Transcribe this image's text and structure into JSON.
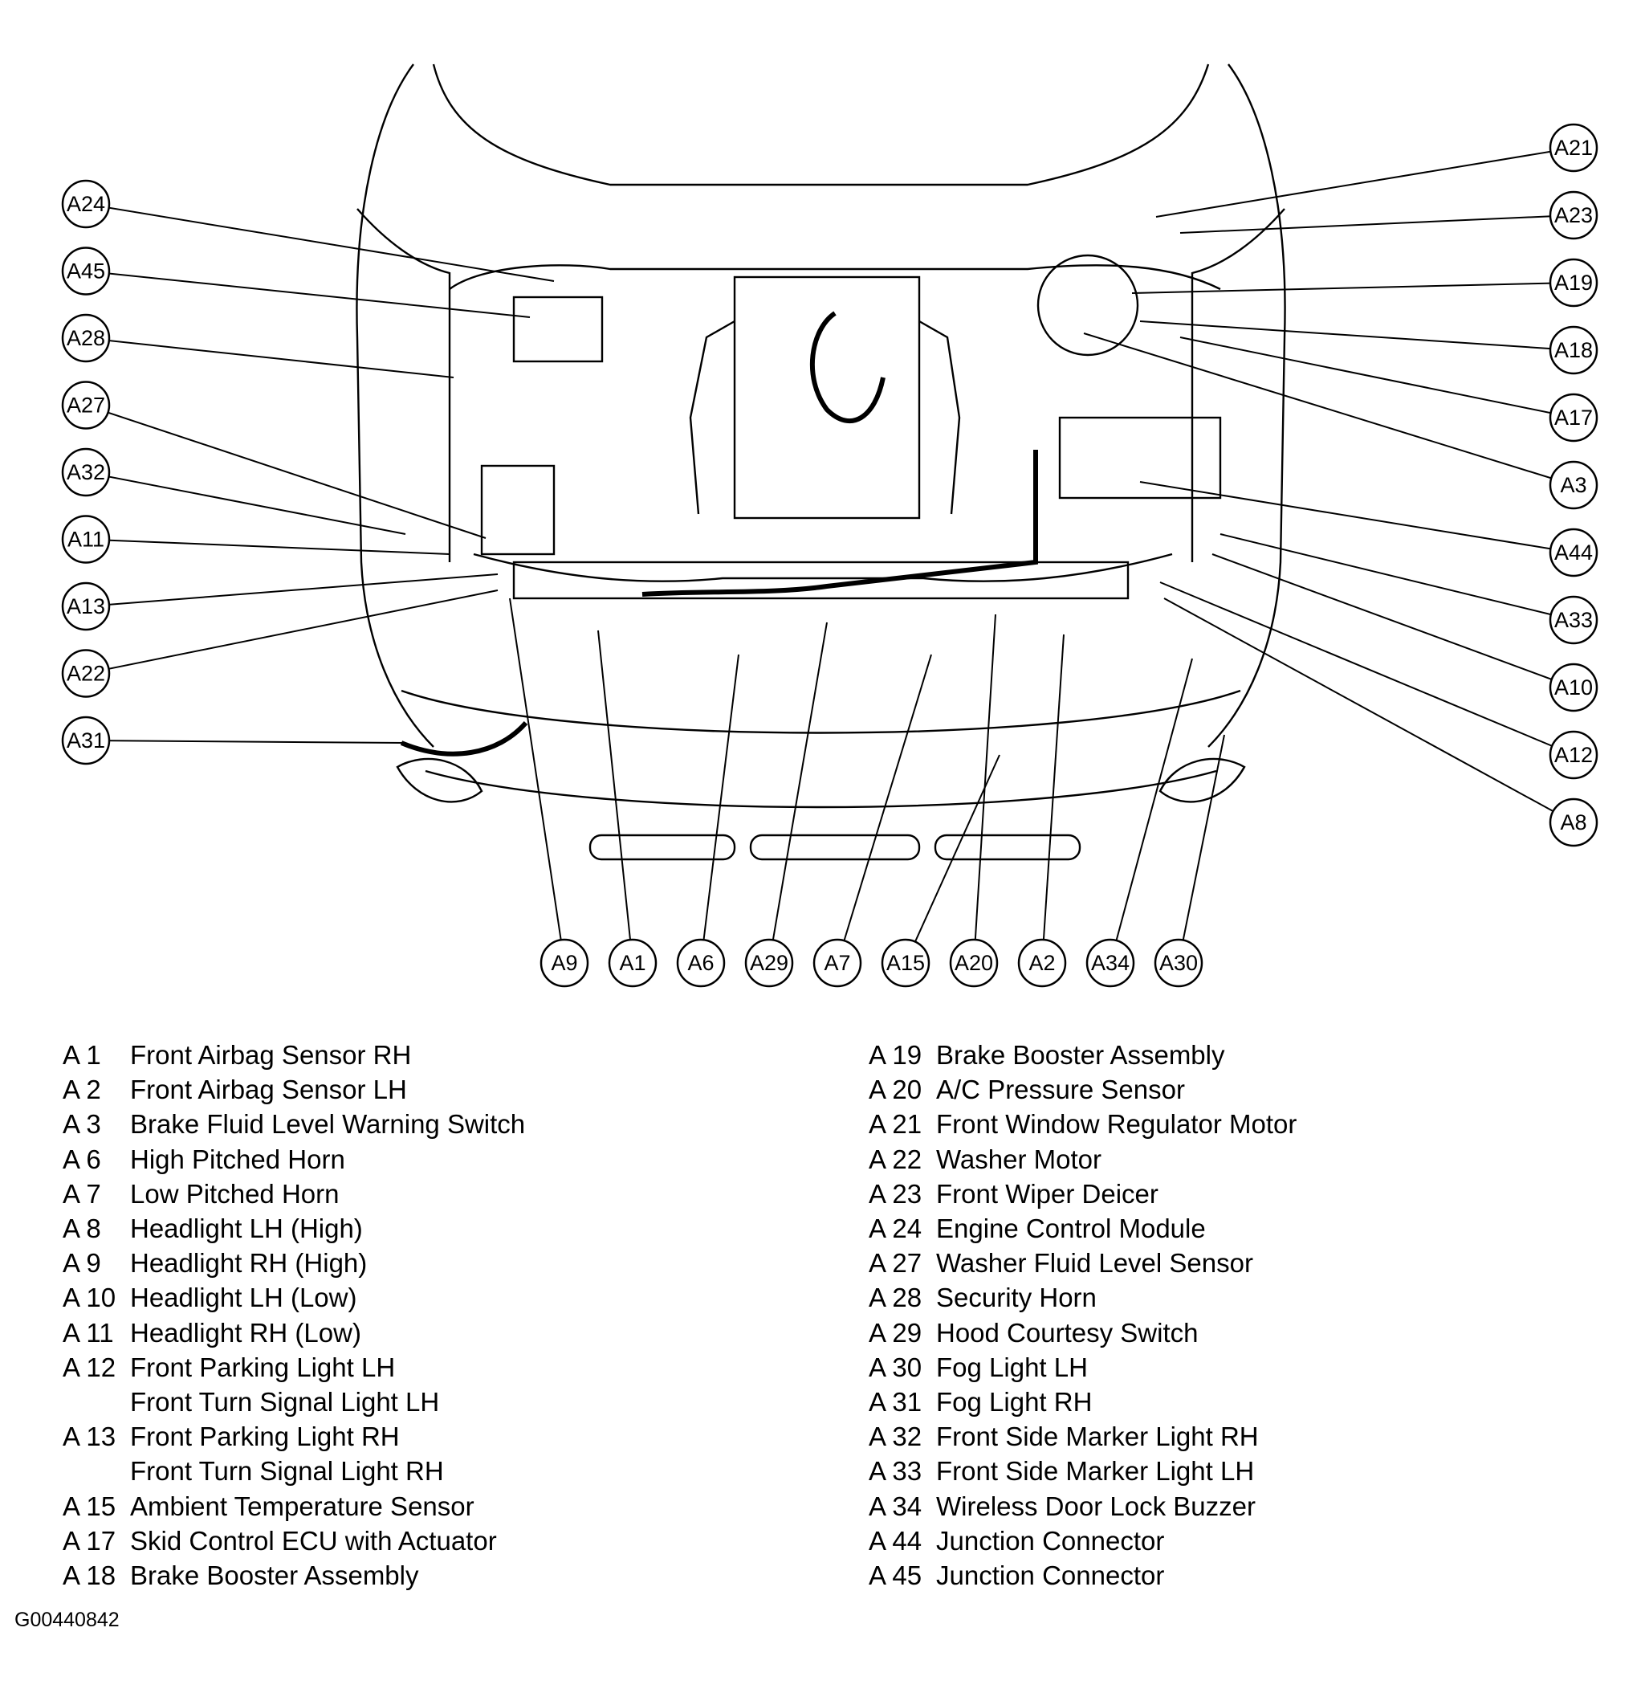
{
  "callouts": {
    "left": [
      "A24",
      "A45",
      "A28",
      "A27",
      "A32",
      "A11",
      "A13",
      "A22",
      "A31"
    ],
    "right": [
      "A21",
      "A23",
      "A19",
      "A18",
      "A17",
      "A3",
      "A44",
      "A33",
      "A10",
      "A12",
      "A8"
    ],
    "bottom": [
      "A9",
      "A1",
      "A6",
      "A29",
      "A7",
      "A15",
      "A20",
      "A2",
      "A34",
      "A30"
    ]
  },
  "legend": {
    "left": [
      {
        "code": "A 1",
        "desc": "Front Airbag Sensor RH"
      },
      {
        "code": "A 2",
        "desc": "Front Airbag Sensor LH"
      },
      {
        "code": "A 3",
        "desc": "Brake Fluid Level Warning Switch"
      },
      {
        "code": "A 6",
        "desc": "High Pitched Horn"
      },
      {
        "code": "A 7",
        "desc": "Low Pitched Horn"
      },
      {
        "code": "A 8",
        "desc": "Headlight LH (High)"
      },
      {
        "code": "A 9",
        "desc": "Headlight RH (High)"
      },
      {
        "code": "A 10",
        "desc": "Headlight LH (Low)"
      },
      {
        "code": "A 11",
        "desc": "Headlight RH (Low)"
      },
      {
        "code": "A 12",
        "desc": "Front Parking Light LH"
      },
      {
        "code": "",
        "desc": "Front Turn Signal Light LH"
      },
      {
        "code": "A 13",
        "desc": "Front Parking Light RH"
      },
      {
        "code": "",
        "desc": "Front Turn Signal Light RH"
      },
      {
        "code": "A 15",
        "desc": "Ambient Temperature Sensor"
      },
      {
        "code": "A 17",
        "desc": "Skid Control ECU with Actuator"
      },
      {
        "code": "A 18",
        "desc": "Brake Booster Assembly"
      }
    ],
    "right": [
      {
        "code": "A 19",
        "desc": "Brake Booster Assembly"
      },
      {
        "code": "A 20",
        "desc": "A/C Pressure Sensor"
      },
      {
        "code": "A 21",
        "desc": "Front Window Regulator Motor"
      },
      {
        "code": "A 22",
        "desc": "Washer Motor"
      },
      {
        "code": "A 23",
        "desc": "Front Wiper Deicer"
      },
      {
        "code": "A 24",
        "desc": "Engine Control Module"
      },
      {
        "code": "A 27",
        "desc": "Washer Fluid Level Sensor"
      },
      {
        "code": "A 28",
        "desc": "Security Horn"
      },
      {
        "code": "A 29",
        "desc": "Hood Courtesy Switch"
      },
      {
        "code": "A 30",
        "desc": "Fog Light LH"
      },
      {
        "code": "A 31",
        "desc": "Fog Light RH"
      },
      {
        "code": "A 32",
        "desc": "Front Side Marker Light RH"
      },
      {
        "code": "A 33",
        "desc": "Front Side Marker Light LH"
      },
      {
        "code": "A 34",
        "desc": "Wireless Door Lock Buzzer"
      },
      {
        "code": "A 44",
        "desc": "Junction Connector"
      },
      {
        "code": "A 45",
        "desc": "Junction Connector"
      }
    ]
  },
  "figure_id": "G00440842"
}
